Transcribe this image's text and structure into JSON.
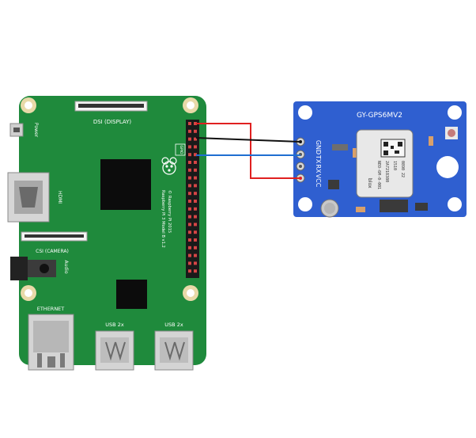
{
  "raspberry_pi": {
    "power_label": "Power",
    "dsi_label": "DSI (DISPLAY)",
    "hdmi_label": "HDMI",
    "csi_label": "CSI (CAMERA)",
    "audio_label": "Audio",
    "ethernet_label": "ETHERNET",
    "usb_left_label": "USB 2x",
    "usb_right_label": "USB 2x",
    "gpio_label": "GPIO",
    "model_line1": "Raspberry Pi 3 Model B v1.2",
    "model_line2": "© Raspberry Pi 2015",
    "board_color": "#1f8a3c"
  },
  "gps_module": {
    "title": "GY-GPS6MV2",
    "pin_labels": [
      "GND",
      "TX",
      "RX",
      "VCC"
    ],
    "chip_brand": "blox",
    "chip_model": "NEO-6M-0-001",
    "chip_lines": [
      "2A7218380",
      "1510",
      "0890 22"
    ],
    "board_color": "#2f5fd0"
  },
  "wires": [
    {
      "name": "vcc-wire",
      "color": "#e02020"
    },
    {
      "name": "gnd-wire",
      "color": "#111111"
    },
    {
      "name": "tx-wire",
      "color": "#1f6fd1"
    }
  ]
}
